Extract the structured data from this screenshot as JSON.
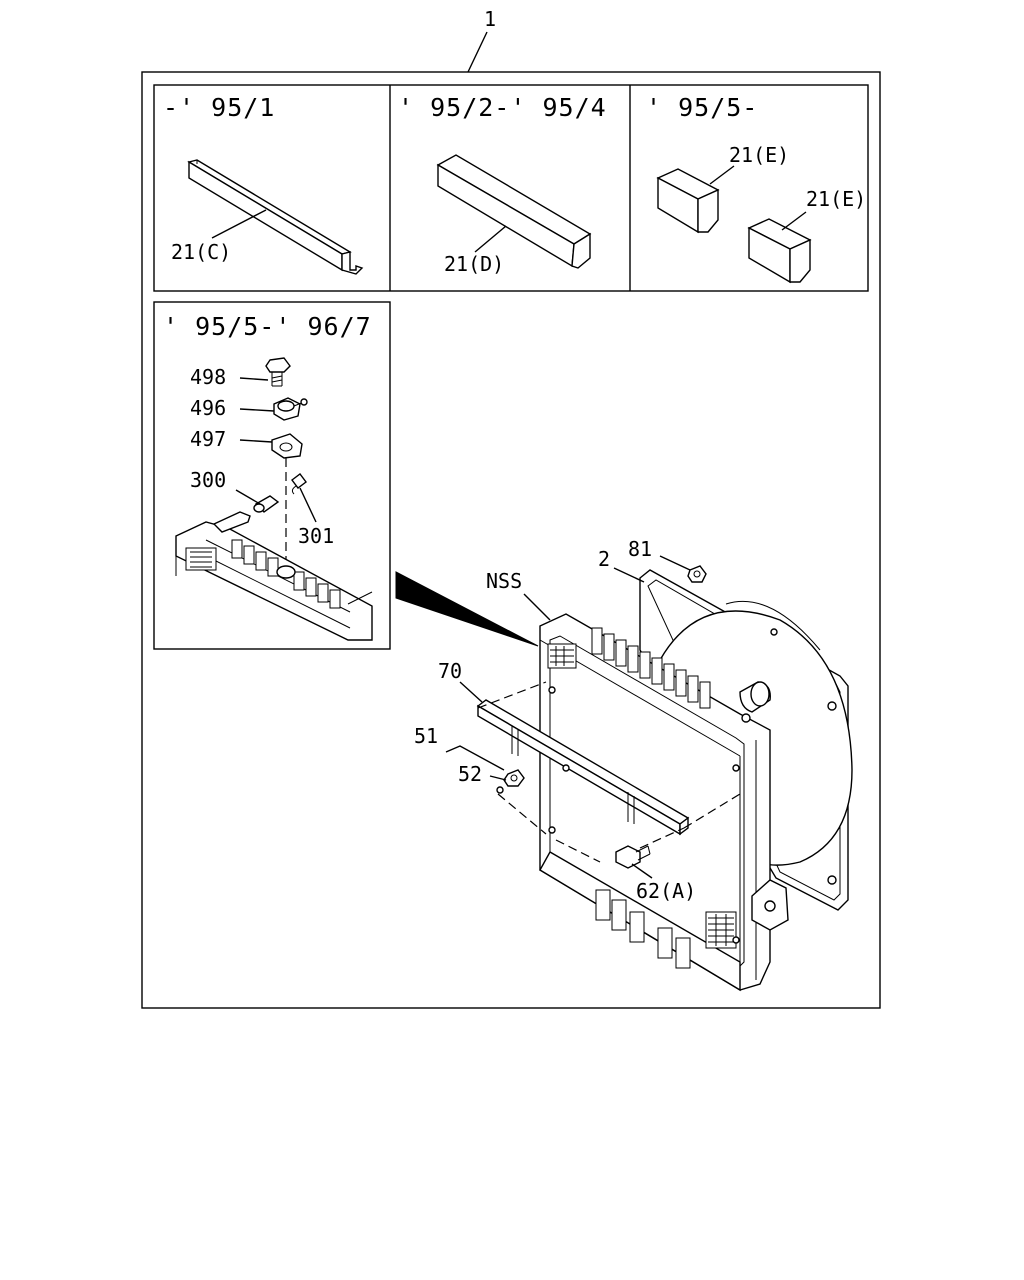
{
  "assembly": {
    "callout": "1"
  },
  "panels": {
    "variant_c": {
      "period": "-' 95/1",
      "part_label": "21(C)"
    },
    "variant_d": {
      "period": "' 95/2-' 95/4",
      "part_label": "21(D)"
    },
    "variant_e": {
      "period": "' 95/5-",
      "part_labels": [
        "21(E)",
        "21(E)"
      ]
    },
    "inset": {
      "period": "' 95/5-' 96/7",
      "labels": [
        "498",
        "496",
        "497",
        "300",
        "301"
      ]
    }
  },
  "main_labels": {
    "nss": "NSS",
    "shroud": "2",
    "shroud_nut": "81",
    "bracket": "70",
    "bracket_kit": "51",
    "bracket_nut": "52",
    "mount_bolt": "62(A)"
  },
  "colors": {
    "line": "#000000",
    "background": "#ffffff"
  }
}
